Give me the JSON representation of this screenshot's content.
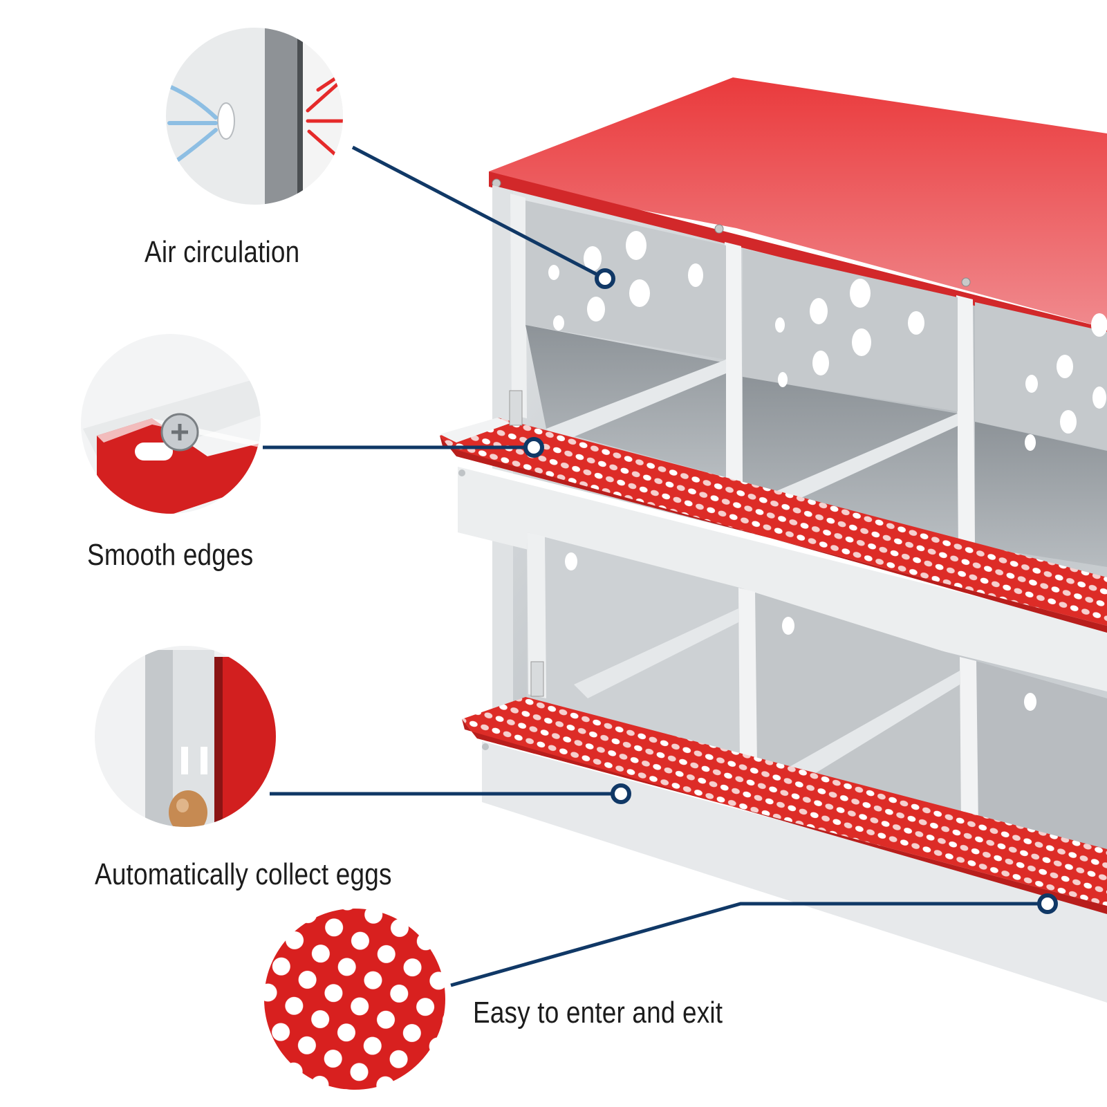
{
  "features": {
    "air_circulation": "Air circulation",
    "smooth_edges": "Smooth edges",
    "collect_eggs": "Automatically collect eggs",
    "easy_enter": "Easy to enter and exit"
  },
  "colors": {
    "callout_line": "#103866",
    "lid_red": "#ee3b3b",
    "perch_red": "#e0302c",
    "galvanized": "#cfd3d6"
  },
  "icons": {
    "product": "chicken-nesting-box",
    "zoom_air": "ventilation-hole-detail",
    "zoom_edges": "rounded-screw-edge-detail",
    "zoom_eggs": "egg-roll-out-detail",
    "zoom_perch": "perforated-red-perch-detail"
  }
}
